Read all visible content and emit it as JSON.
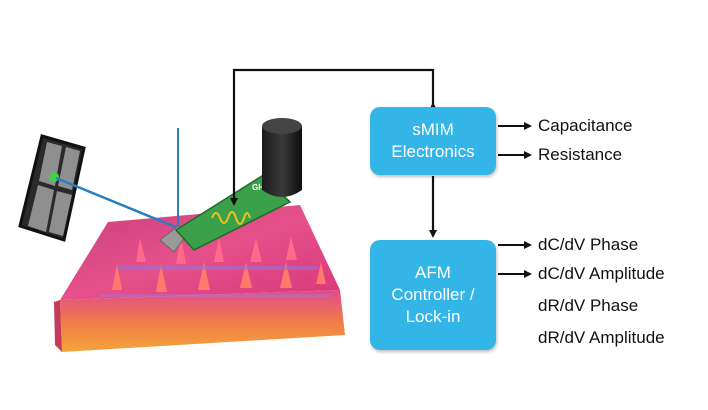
{
  "blocks": {
    "smim": {
      "line1": "sMIM",
      "line2": "Electronics"
    },
    "afm": {
      "line1": "AFM",
      "line2": "Controller /",
      "line3": "Lock-in"
    }
  },
  "illustration": {
    "probe_label": "GHz"
  },
  "outputs": {
    "smim": [
      "Capacitance",
      "Resistance"
    ],
    "afm": [
      "dC/dV Phase",
      "dC/dV Amplitude",
      "dR/dV Phase",
      "dR/dV Amplitude"
    ]
  },
  "colors": {
    "block_fill": "#33b5e8",
    "cantilever": "#3aa14a",
    "sample_top": "#e8507c",
    "sample_side": "#f08a3c",
    "laser": "#2a7fc0"
  }
}
